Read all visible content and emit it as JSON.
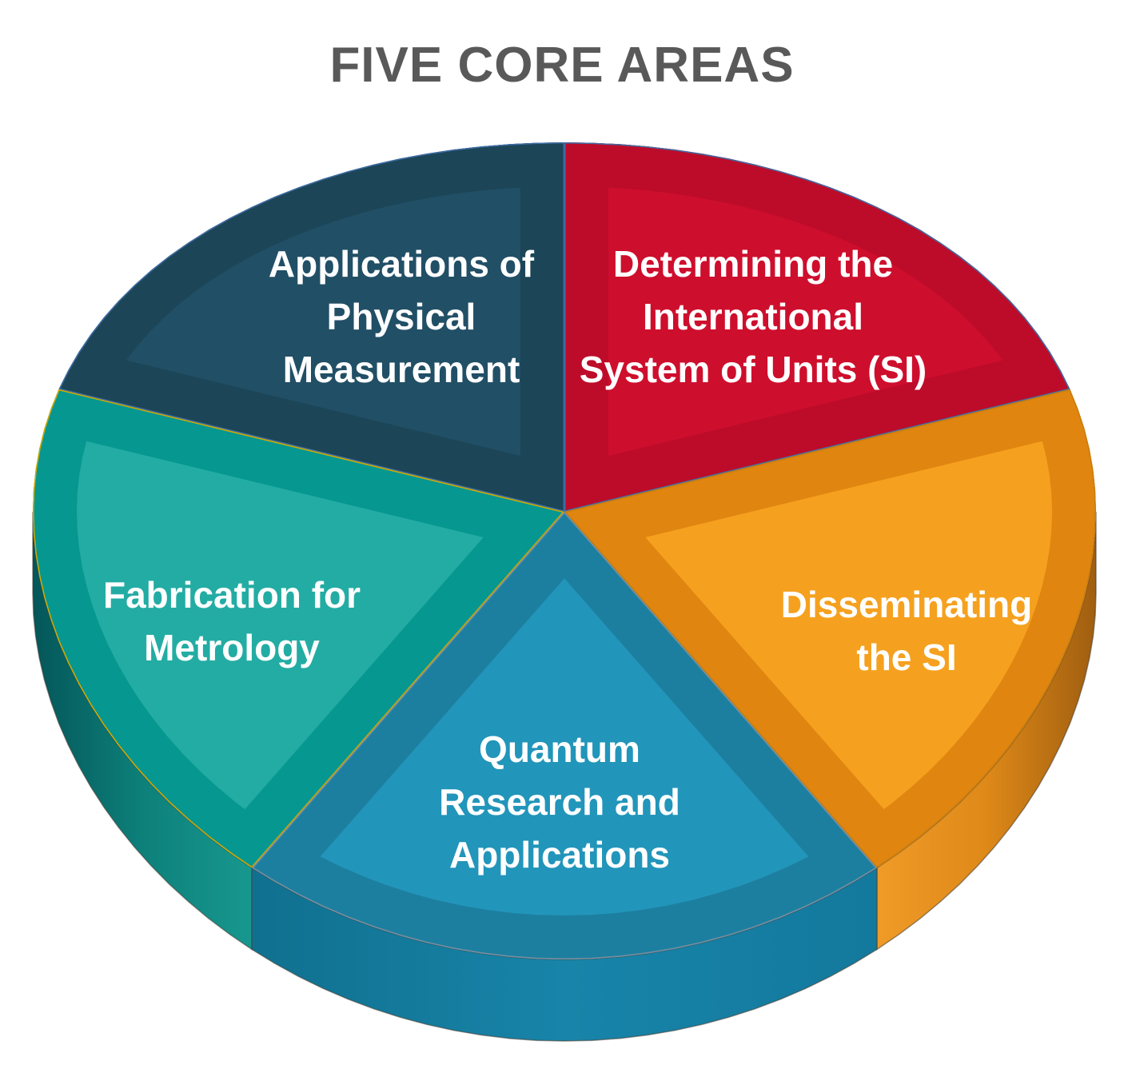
{
  "title": "FIVE CORE AREAS",
  "title_color": "#595959",
  "background_color": "#FFFFFF",
  "chart_data": {
    "type": "pie",
    "style": "3d-beveled",
    "title": "FIVE CORE AREAS",
    "legend": "none",
    "data_labels": "category names inside slices",
    "start_angle_deg": 0,
    "rotation": "clockwise from 12 o'clock",
    "categories": [
      "Determining the International System of Units (SI)",
      "Disseminating the SI",
      "Quantum Research and Applications",
      "Fabrication for Metrology",
      "Applications of Physical Measurement"
    ],
    "values": [
      20,
      20,
      20,
      20,
      20
    ],
    "units": "percent (five equal slices, estimated from equal 72-degree arcs)",
    "slices": [
      {
        "id": "determining-the-si",
        "label": "Determining the International System of Units (SI)",
        "label_lines": [
          "Determining the",
          "International",
          "System of Units (SI)"
        ],
        "value": 20,
        "start_angle": 0,
        "end_angle": 72,
        "color": "#CE0E2D",
        "bevel_color": "#BD0C29",
        "outline_color": "#3E6CA4"
      },
      {
        "id": "disseminating-the-si",
        "label": "Disseminating the SI",
        "label_lines": [
          "Disseminating",
          "the SI"
        ],
        "value": 20,
        "start_angle": 72,
        "end_angle": 144,
        "color": "#F5A11F",
        "bevel_color": "#E08510",
        "outline_color": "#C87E0E",
        "wall_gradient": [
          "#F09B28",
          "#DE8918",
          "#A05E10"
        ]
      },
      {
        "id": "quantum-research-and-applications",
        "label": "Quantum Research and Applications",
        "label_lines": [
          "Quantum",
          "Research and",
          "Applications"
        ],
        "value": 20,
        "start_angle": 144,
        "end_angle": 216,
        "color": "#2295BA",
        "bevel_color": "#1D7FA0",
        "outline_color": "#7A8FA0",
        "wall_gradient": [
          "#10708F",
          "#1884A9",
          "#13799D"
        ]
      },
      {
        "id": "fabrication-for-metrology",
        "label": "Fabrication for Metrology",
        "label_lines": [
          "Fabrication for",
          "Metrology"
        ],
        "value": 20,
        "start_angle": 216,
        "end_angle": 288,
        "color": "#23ACA3",
        "bevel_color": "#069791",
        "outline_color": "#D4A800",
        "wall_gradient": [
          "#045659",
          "#0D807A",
          "#17988F"
        ]
      },
      {
        "id": "applications-of-physical-measurement",
        "label": "Applications of Physical Measurement",
        "label_lines": [
          "Applications of",
          "Physical",
          "Measurement"
        ],
        "value": 20,
        "start_angle": 288,
        "end_angle": 360,
        "color": "#214F66",
        "bevel_color": "#1C4557",
        "outline_color": "#3E6CA4"
      }
    ]
  }
}
